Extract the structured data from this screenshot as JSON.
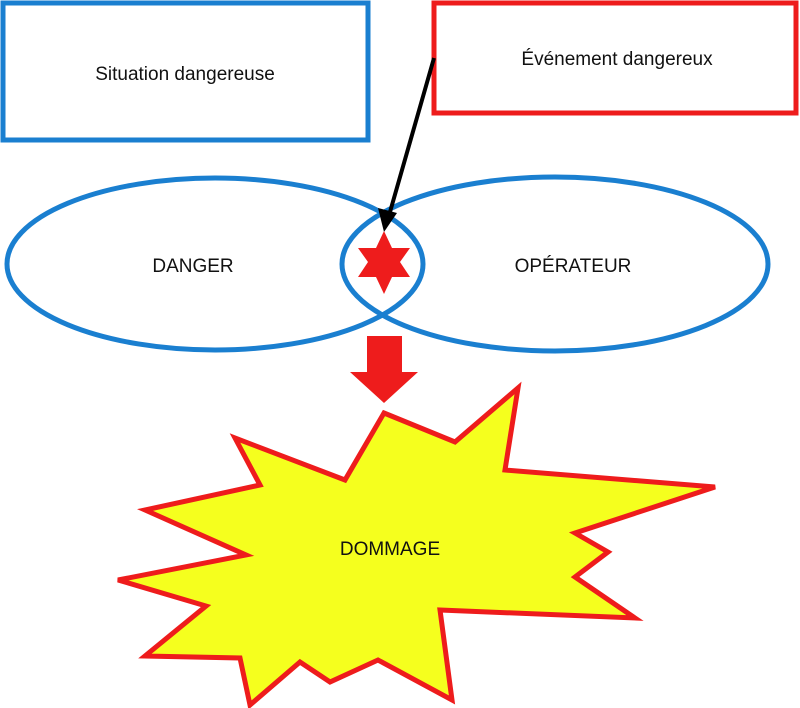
{
  "diagram": {
    "situation_label": "Situation dangereuse",
    "event_label": "Événement dangereux",
    "danger_label": "DANGER",
    "operator_label": "OPÉRATEUR",
    "damage_label": "DOMMAGE"
  },
  "colors": {
    "blue": "#1a7fd0",
    "red": "#ee1c1c",
    "yellow": "#f5ff1e",
    "black": "#000000"
  }
}
